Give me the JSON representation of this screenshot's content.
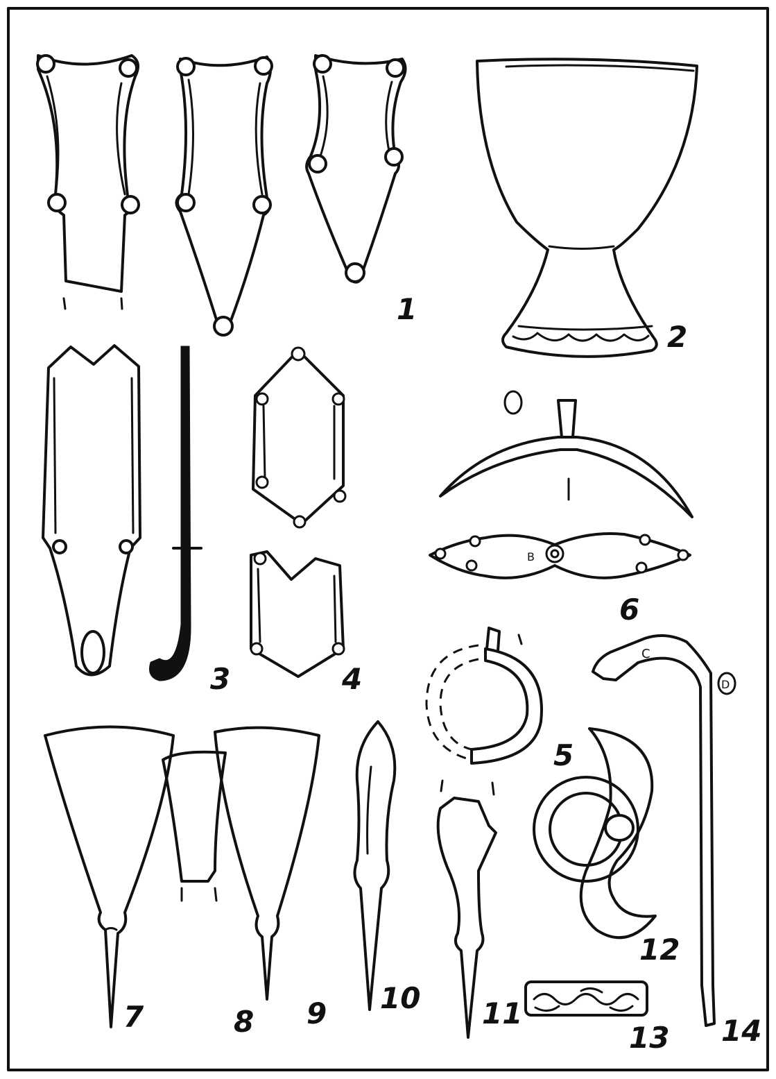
{
  "labels": {
    "n1": "1",
    "n2": "2",
    "n3": "3",
    "n4": "4",
    "n5": "5",
    "n6": "6",
    "n7": "7",
    "n8": "8",
    "n9": "9",
    "n10": "10",
    "n11": "11",
    "n12": "12",
    "n13": "13",
    "n14": "14"
  },
  "inscriptions": {
    "letter_c": "C",
    "letter_d": "D",
    "letter_b": "B"
  }
}
